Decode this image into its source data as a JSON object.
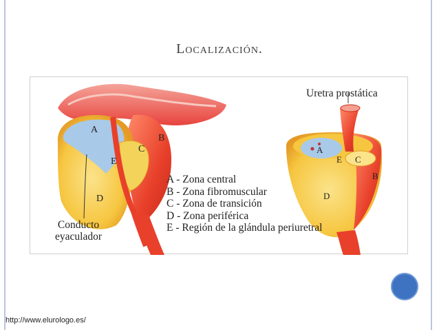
{
  "slide": {
    "title": "Localización.",
    "source_url": "http://www.elurologo.es/"
  },
  "figure": {
    "left_labels": {
      "a": "A",
      "b": "B",
      "c": "C",
      "d": "D",
      "e": "E"
    },
    "right_labels": {
      "a": "A",
      "b": "B",
      "c": "C",
      "d": "D",
      "e": "E"
    },
    "conducto_line1": "Conducto",
    "conducto_line2": "eyaculador",
    "uretra_label": "Uretra prostática",
    "legend": [
      "A - Zona central",
      "B - Zona fibromuscular",
      "C - Zona de transición",
      "D - Zona periférica",
      "E - Región de la glándula periuretral"
    ]
  },
  "colors": {
    "peripheral_zone": "#f6c640",
    "central_zone": "#a9c9e8",
    "fibromuscular": "#e8402a",
    "bladder": "#e8433d",
    "accent_dot": "#3d73c0"
  }
}
